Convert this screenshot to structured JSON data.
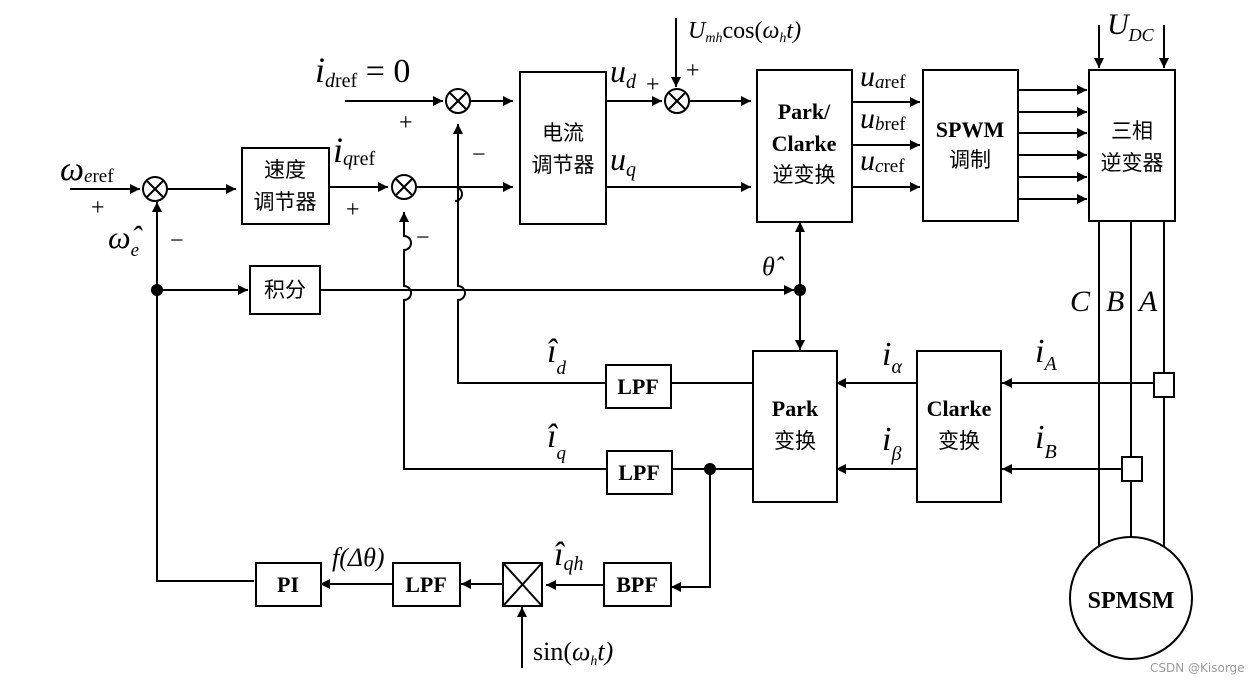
{
  "diagram": {
    "title": "High-frequency sinusoidal voltage injection sensorless SPMSM control block diagram",
    "blocks": {
      "speed_regulator": [
        "速度",
        "调节器"
      ],
      "current_regulator": [
        "电流",
        "调节器"
      ],
      "inv_park_clarke": [
        "Park/",
        "Clarke",
        "逆变换"
      ],
      "spwm": [
        "SPWM",
        "调制"
      ],
      "inverter": [
        "三相",
        "逆变器"
      ],
      "integrator": "积分",
      "park": [
        "Park",
        "变换"
      ],
      "clarke": [
        "Clarke",
        "变换"
      ],
      "lpf_d": "LPF",
      "lpf_q": "LPF",
      "lpf_demod": "LPF",
      "bpf": "BPF",
      "pi": "PI",
      "motor": "SPMSM"
    },
    "signals": {
      "omega_ref": {
        "main": "ω",
        "sub": "e",
        "sub2": "ref"
      },
      "omega_hat": {
        "main": "ω̂",
        "sub": "e"
      },
      "id_ref": {
        "main": "i",
        "sub": "d",
        "sub2": "ref",
        "suffix": " = 0"
      },
      "iq_ref": {
        "main": "i",
        "sub": "q",
        "sub2": "ref"
      },
      "ud": {
        "main": "u",
        "sub": "d"
      },
      "uq": {
        "main": "u",
        "sub": "q"
      },
      "injection": {
        "pre": "U",
        "sub": "mh",
        "mid": "cos(",
        "w": "ω",
        "wsub": "h",
        "post": "t)"
      },
      "ua_ref": {
        "main": "u",
        "sub": "a",
        "sub2": "ref"
      },
      "ub_ref": {
        "main": "u",
        "sub": "b",
        "sub2": "ref"
      },
      "uc_ref": {
        "main": "u",
        "sub": "c",
        "sub2": "ref"
      },
      "udc": {
        "main": "U",
        "sub": "DC"
      },
      "theta_hat": "θ̂",
      "id_hat": {
        "main": "î",
        "sub": "d"
      },
      "iq_hat": {
        "main": "î",
        "sub": "q"
      },
      "i_alpha": {
        "main": "i",
        "sub": "α"
      },
      "i_beta": {
        "main": "i",
        "sub": "β"
      },
      "i_A": {
        "main": "i",
        "sub": "A"
      },
      "i_B": {
        "main": "i",
        "sub": "B"
      },
      "iqh_hat": {
        "main": "î",
        "sub": "qh"
      },
      "f_dtheta": "f(Δθ)",
      "demod": {
        "pre": "sin(",
        "w": "ω",
        "wsub": "h",
        "post": "t)"
      },
      "phase_C": "C",
      "phase_B": "B",
      "phase_A": "A"
    },
    "signs": {
      "plus": "+",
      "minus": "−"
    }
  },
  "watermark": "CSDN @Kisorge"
}
